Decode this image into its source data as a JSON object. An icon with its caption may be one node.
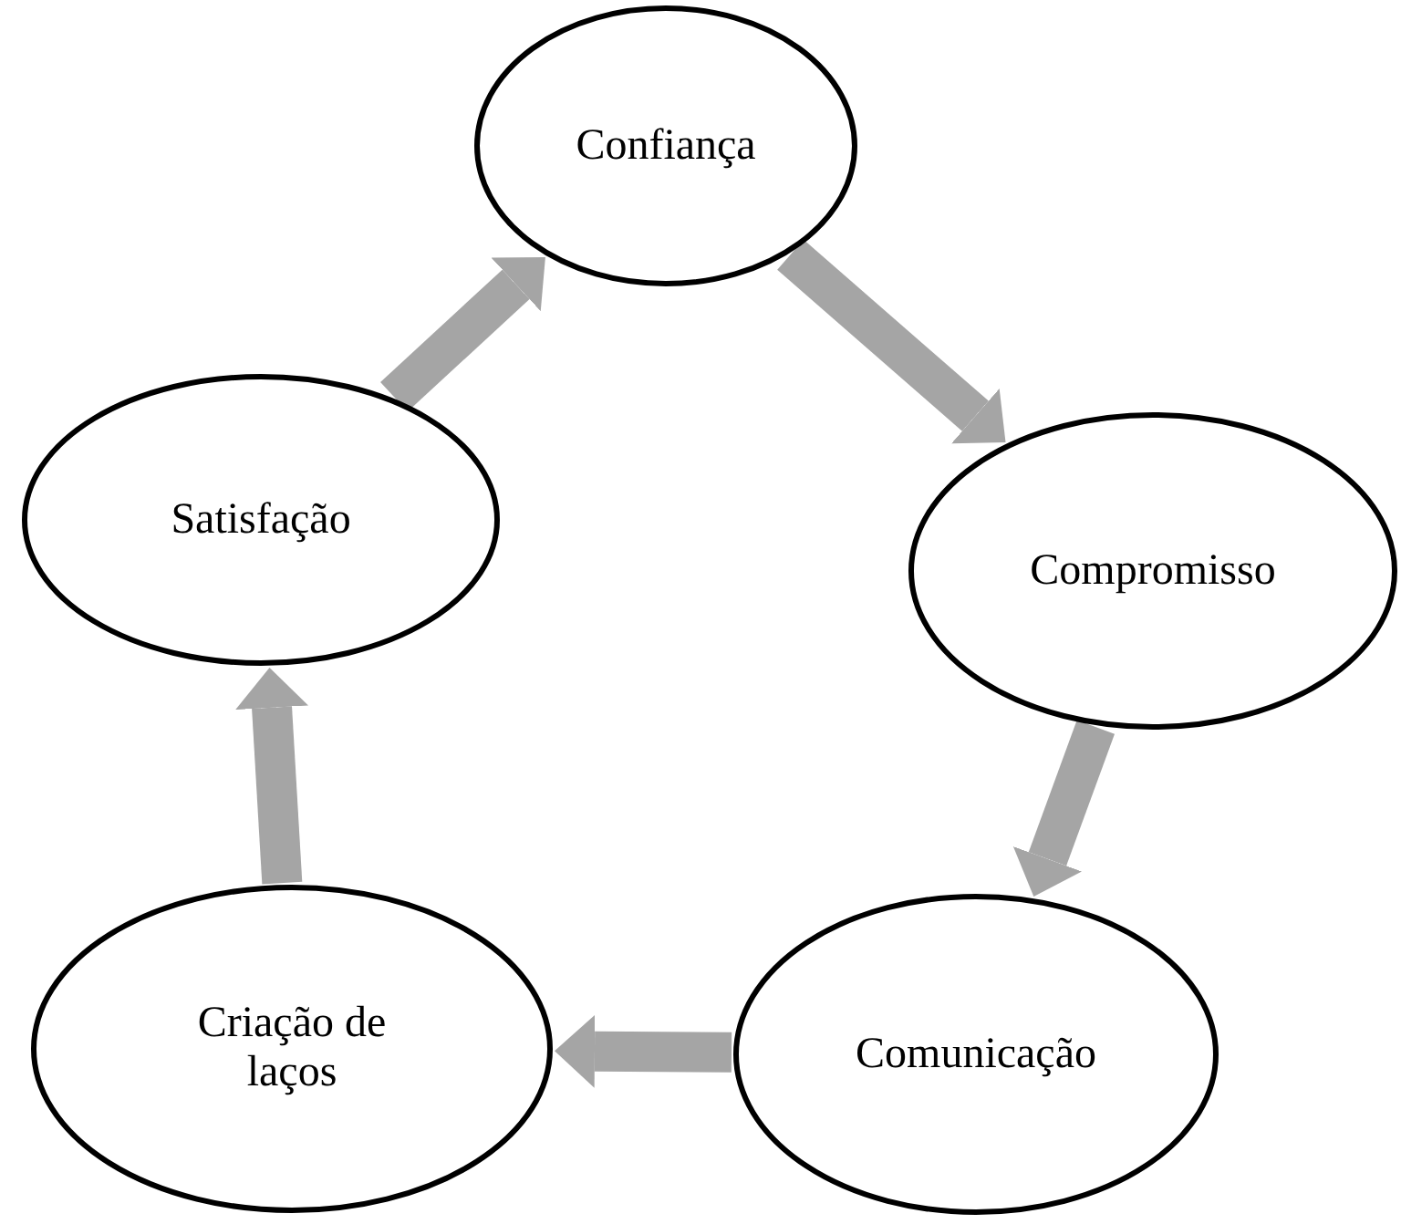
{
  "diagram": {
    "nodes": [
      {
        "text": [
          "Confiança"
        ]
      },
      {
        "text": [
          "Compromisso"
        ]
      },
      {
        "text": [
          "Comunicação"
        ]
      },
      {
        "text": [
          "Criação de laços"
        ]
      },
      {
        "text": [
          "Satisfação"
        ]
      }
    ],
    "edges": [
      {
        "from": 0,
        "to": 1,
        "arrow": "to"
      },
      {
        "from": 1,
        "to": 2,
        "arrow": "to"
      },
      {
        "from": 2,
        "to": 3,
        "arrow": "to"
      },
      {
        "from": 3,
        "to": 4,
        "arrow": "to"
      },
      {
        "from": 4,
        "to": 0,
        "arrow": "to"
      }
    ]
  }
}
